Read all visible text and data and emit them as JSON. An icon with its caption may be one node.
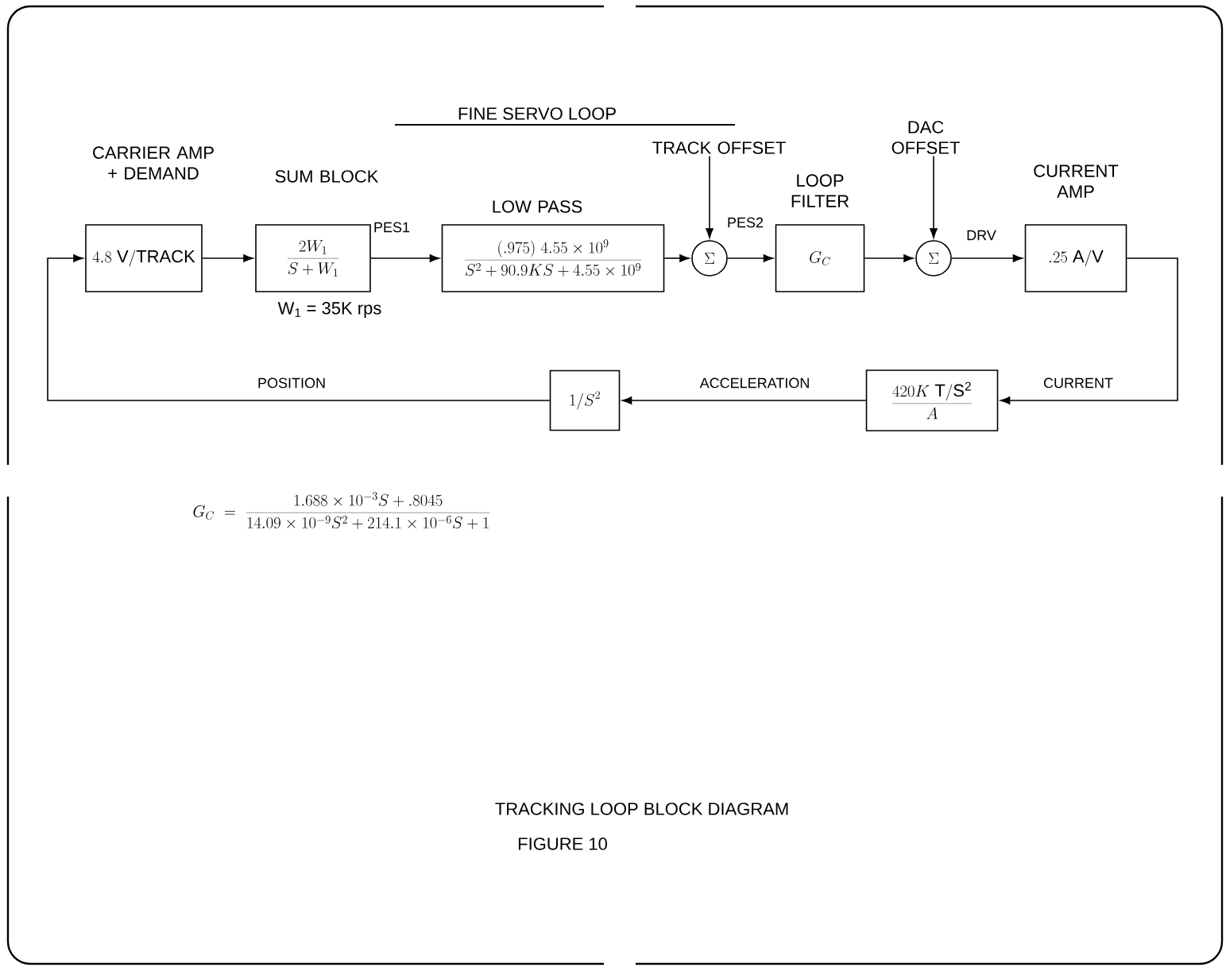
{
  "diagram": {
    "title": "FINE SERVO LOOP",
    "caption": "TRACKING LOOP BLOCK DIAGRAM",
    "nodes": [
      {
        "text": [
          "CARRIER AMP + DEMAND",
          "4.8\\ \\mathrm{V/TRACK}"
        ]
      },
      {
        "text": [
          "SUM BLOCK",
          "\\frac{2W_1}{S+W_1}"
        ],
        "beside": [
          "W$_{1}$ = 35K rps"
        ]
      },
      {
        "text": [
          "LOW PASS",
          "\\frac{(.975)\\ 4.55\\times 10^{9}}{S^{2}+90.9KS+4.55\\times 10^{9}}"
        ]
      },
      {
        "text": [
          "\\Sigma"
        ]
      },
      {
        "text": [
          "LOOP FILTER",
          "G_C"
        ]
      },
      {
        "text": [
          "\\Sigma"
        ]
      },
      {
        "text": [
          "CURRENT AMP",
          ".25\\ \\mathrm{A/V}"
        ]
      },
      {
        "text": [
          "\\frac{420K\\ \\mathrm{T/S^{2}}}{A}"
        ]
      },
      {
        "text": [
          "1/S^{2}"
        ]
      },
      {
        "text": [
          "TRACK OFFSET"
        ]
      },
      {
        "text": [
          "DAC OFFSET"
        ]
      }
    ],
    "edges": [
      {
        "from": 0,
        "to": 1,
        "arrow": "to"
      },
      {
        "from": 1,
        "to": 2,
        "arrow": "to",
        "label": "PES1"
      },
      {
        "from": 2,
        "to": 3,
        "arrow": "to"
      },
      {
        "from": 3,
        "to": 4,
        "arrow": "to",
        "label": "PES2"
      },
      {
        "from": 4,
        "to": 5,
        "arrow": "to"
      },
      {
        "from": 5,
        "to": 6,
        "arrow": "to",
        "label": "DRV"
      },
      {
        "from": 6,
        "to": 7,
        "arrow": "to",
        "label": "CURRENT"
      },
      {
        "from": 7,
        "to": 8,
        "arrow": "to",
        "label": "ACCELERATION"
      },
      {
        "from": 8,
        "to": 0,
        "arrow": "to",
        "label": "POSITION"
      },
      {
        "from": 9,
        "to": 3,
        "arrow": "to"
      },
      {
        "from": 10,
        "to": 5,
        "arrow": "to"
      }
    ],
    "labels": [
      "G_C\\ =\\ \\frac{1.688\\times 10^{-3}S+.8045}{14.09\\times 10^{-9}S^{2}+214.1\\times 10^{-6}S+1}",
      "FIGURE 10"
    ]
  }
}
